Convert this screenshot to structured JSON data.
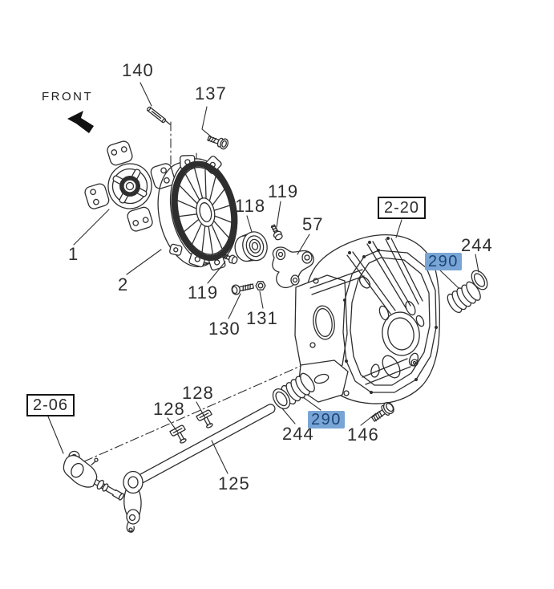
{
  "colors": {
    "line": "#2e2e2e",
    "background": "#ffffff",
    "highlight_bg": "#79a5d6",
    "highlight_text": "#1d4577",
    "reference_box_border": "#151515"
  },
  "front_indicator": {
    "label": "FRONT"
  },
  "callouts": [
    {
      "id": "part-140",
      "text": "140",
      "style": "plain"
    },
    {
      "id": "part-137",
      "text": "137",
      "style": "plain"
    },
    {
      "id": "part-1",
      "text": "1",
      "style": "plain"
    },
    {
      "id": "part-2",
      "text": "2",
      "style": "plain"
    },
    {
      "id": "part-118",
      "text": "118",
      "style": "plain"
    },
    {
      "id": "part-119-top",
      "text": "119",
      "style": "plain"
    },
    {
      "id": "part-57",
      "text": "57",
      "style": "plain"
    },
    {
      "id": "part-119-bottom",
      "text": "119",
      "style": "plain"
    },
    {
      "id": "part-130",
      "text": "130",
      "style": "plain"
    },
    {
      "id": "part-131",
      "text": "131",
      "style": "plain"
    },
    {
      "id": "ref-2-20",
      "text": "2-20",
      "style": "boxed"
    },
    {
      "id": "part-290-top",
      "text": "290",
      "style": "highlighted"
    },
    {
      "id": "part-244-top",
      "text": "244",
      "style": "plain"
    },
    {
      "id": "part-128-a",
      "text": "128",
      "style": "plain"
    },
    {
      "id": "part-128-b",
      "text": "128",
      "style": "plain"
    },
    {
      "id": "part-125",
      "text": "125",
      "style": "plain"
    },
    {
      "id": "part-244-bottom",
      "text": "244",
      "style": "plain"
    },
    {
      "id": "part-290-bottom",
      "text": "290",
      "style": "highlighted"
    },
    {
      "id": "part-146",
      "text": "146",
      "style": "plain"
    },
    {
      "id": "ref-2-06",
      "text": "2-06",
      "style": "boxed"
    }
  ]
}
